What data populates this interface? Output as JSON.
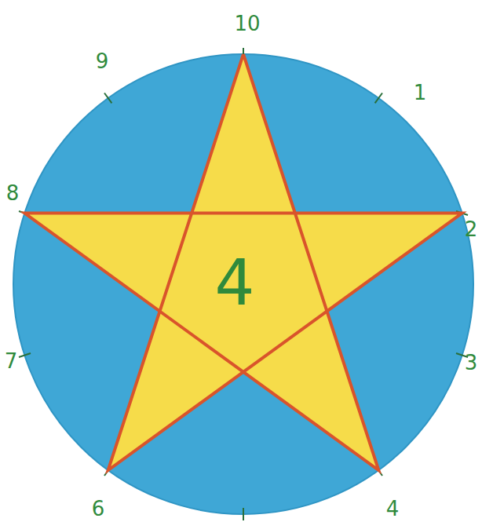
{
  "diagram": {
    "nodes": [
      {
        "text": [
          "4"
        ]
      }
    ],
    "labels": [
      "10",
      "1",
      "2",
      "3",
      "4",
      "6",
      "7",
      "8",
      "9"
    ]
  }
}
